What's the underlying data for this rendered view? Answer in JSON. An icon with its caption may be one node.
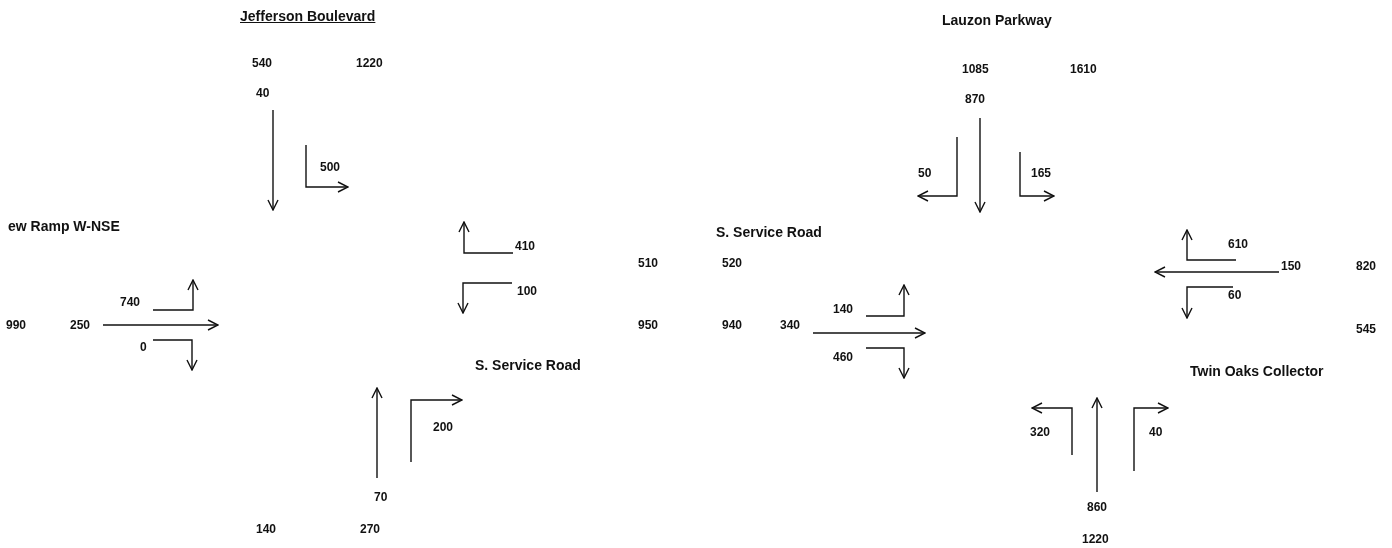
{
  "diagram": {
    "labels": [
      "Jefferson Boulevard",
      "Lauzon Parkway",
      "540",
      "1220",
      "1085",
      "1610",
      "40",
      "870",
      "500",
      "50",
      "165",
      "ew Ramp W-NSE",
      "S. Service Road",
      "410",
      "610",
      "510",
      "520",
      "150",
      "820",
      "740",
      "100",
      "60",
      "990",
      "250",
      "950",
      "940",
      "340",
      "140",
      "0",
      "545",
      "460",
      "S. Service Road",
      "Twin Oaks Collector",
      "200",
      "320",
      "40",
      "70",
      "860",
      "140",
      "270",
      "1220"
    ]
  }
}
